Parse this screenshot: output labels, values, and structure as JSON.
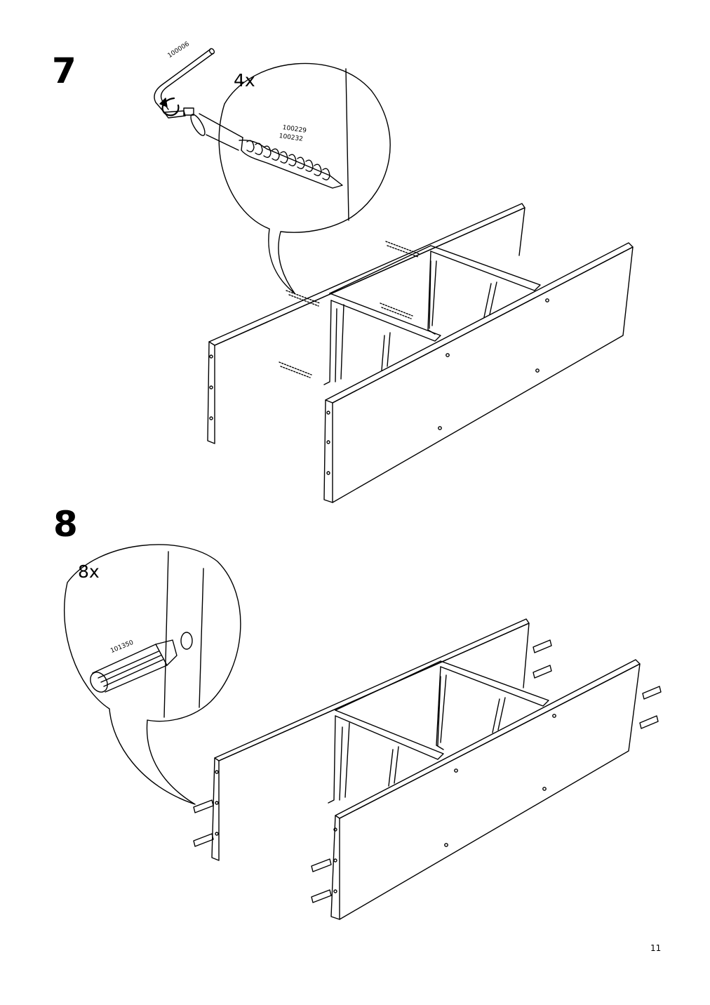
{
  "steps": [
    {
      "number": "7",
      "quantity": "4x",
      "part_numbers": {
        "key": "100006",
        "screw_a": "100229",
        "screw_b": "100232"
      }
    },
    {
      "number": "8",
      "quantity": "8x",
      "part_numbers": {
        "dowel": "101350"
      }
    }
  ],
  "page_number": "11"
}
